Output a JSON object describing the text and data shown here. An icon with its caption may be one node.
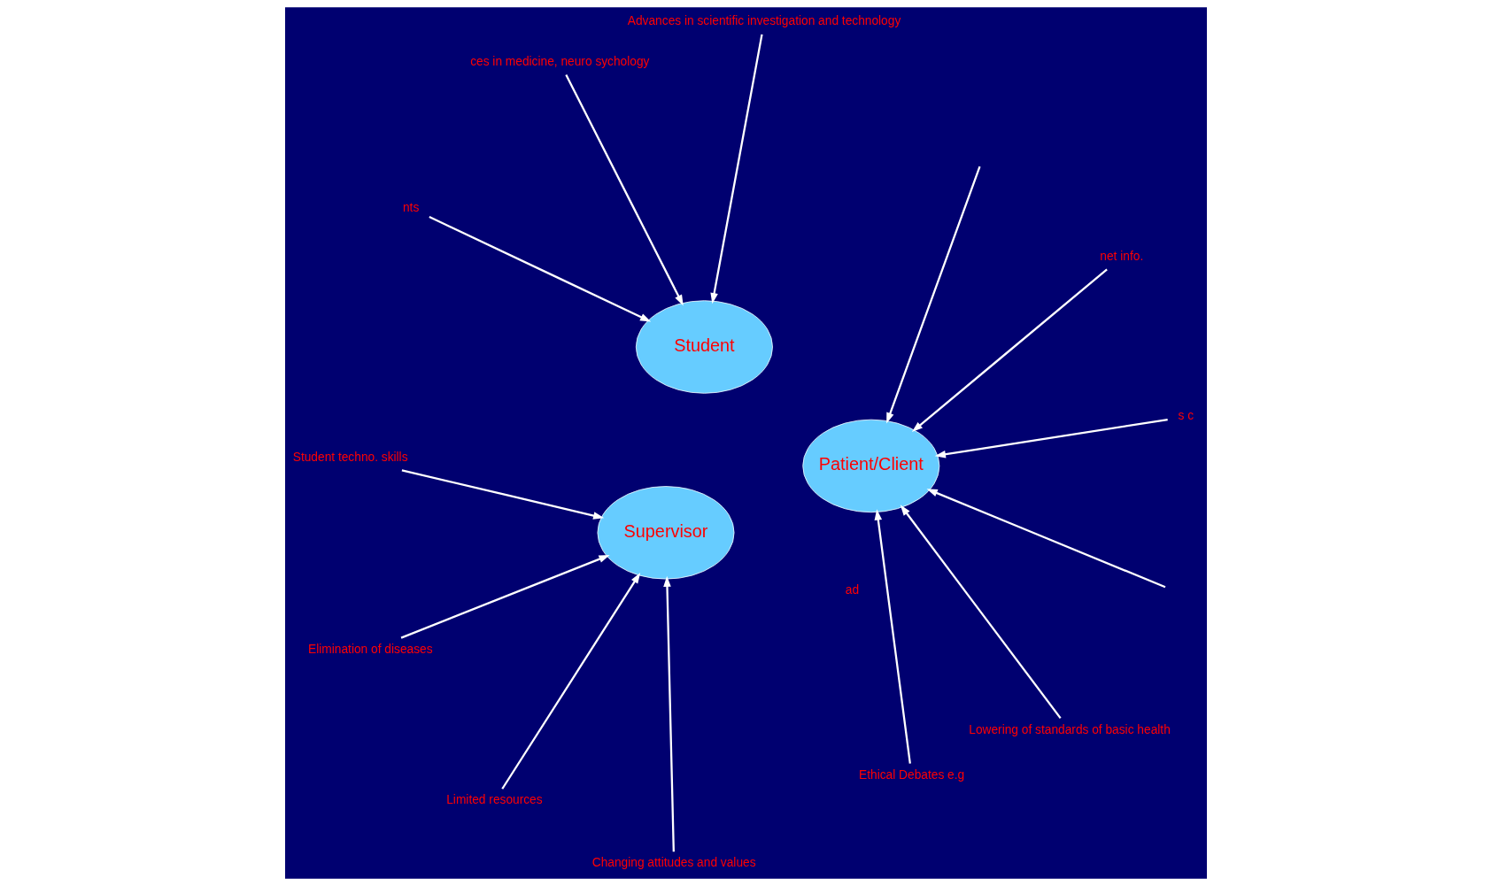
{
  "diagram": {
    "nodes": [
      {
        "text": [
          "Student"
        ]
      },
      {
        "text": [
          "Supervisor"
        ]
      },
      {
        "text": [
          "Patient/Client"
        ]
      },
      {
        "text": [
          "ces in medicine, neuro sychology"
        ]
      },
      {
        "text": [
          "Advances in scientific investigation and technology"
        ]
      },
      {
        "text": [
          "Student techno. skills"
        ]
      },
      {
        "text": [
          "Elimination of diseases"
        ]
      },
      {
        "text": [
          "Changing attitudes and values"
        ]
      },
      {
        "text": [
          "Limited resources"
        ]
      },
      {
        "text": [
          "Lowering of standards of basic health"
        ]
      },
      {
        "text": [
          "Ethical Debates e.g"
        ]
      },
      {
        "text": [
          "nts"
        ]
      },
      {
        "text": [
          "s c"
        ]
      },
      {
        "text": [
          "net info."
        ]
      }
    ],
    "edges": [
      {
        "from": 3,
        "to": 0,
        "arrow": "to"
      },
      {
        "from": 4,
        "to": 0,
        "arrow": "to"
      },
      {
        "from": 5,
        "to": 1,
        "arrow": "to"
      },
      {
        "from": 6,
        "to": 1,
        "arrow": "to"
      },
      {
        "from": 7,
        "to": 1,
        "arrow": "to"
      },
      {
        "from": 8,
        "to": 1,
        "arrow": "to"
      },
      {
        "from": 9,
        "to": 2,
        "arrow": "to"
      },
      {
        "from": 10,
        "to": 2,
        "arrow": "to"
      },
      {
        "from": 11,
        "to": 0,
        "arrow": "to"
      },
      {
        "from": 12,
        "to": 2,
        "arrow": "to"
      },
      {
        "from": 13,
        "to": 2,
        "arrow": "to"
      },
      {
        "from": null,
        "to": 2,
        "arrow": "to"
      },
      {
        "from": null,
        "to": 2,
        "arrow": "to"
      }
    ],
    "labels": [
      "ad"
    ]
  }
}
